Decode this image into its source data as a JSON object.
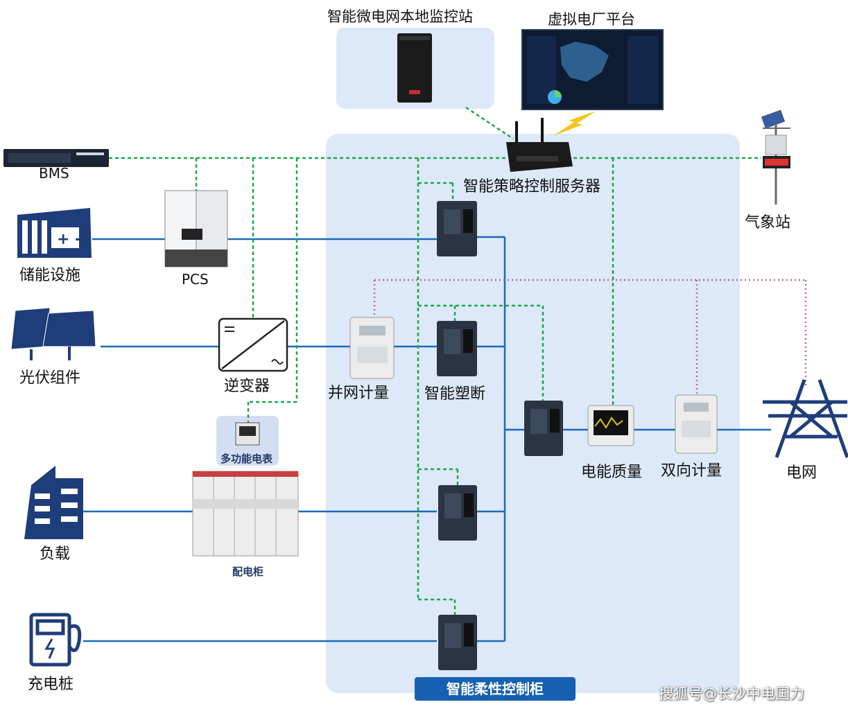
{
  "labels": {
    "local_station": "智能微电网本地监控站",
    "vpp": "虚拟电厂平台",
    "bms": "BMS",
    "server": "智能策略控制服务器",
    "weather": "气象站",
    "storage": "储能设施",
    "pcs": "PCS",
    "pv": "光伏组件",
    "inverter": "逆变器",
    "grid_meter": "并网计量",
    "breaker": "智能塑断",
    "multi_meter": "多功能电表",
    "quality": "电能质量",
    "bidir_meter": "双向计量",
    "grid": "电网",
    "load": "负载",
    "switchgear": "配电柜",
    "charger": "充电桩",
    "cabinet": "智能柔性控制柜",
    "watermark": "搜狐号@长沙中电国力"
  },
  "colors": {
    "power_line": "#1a6ab8",
    "comm_line": "#1aa84a",
    "meter_line": "#c060a0",
    "panel": "#dde9f8",
    "icon": "#1f3d7a"
  }
}
